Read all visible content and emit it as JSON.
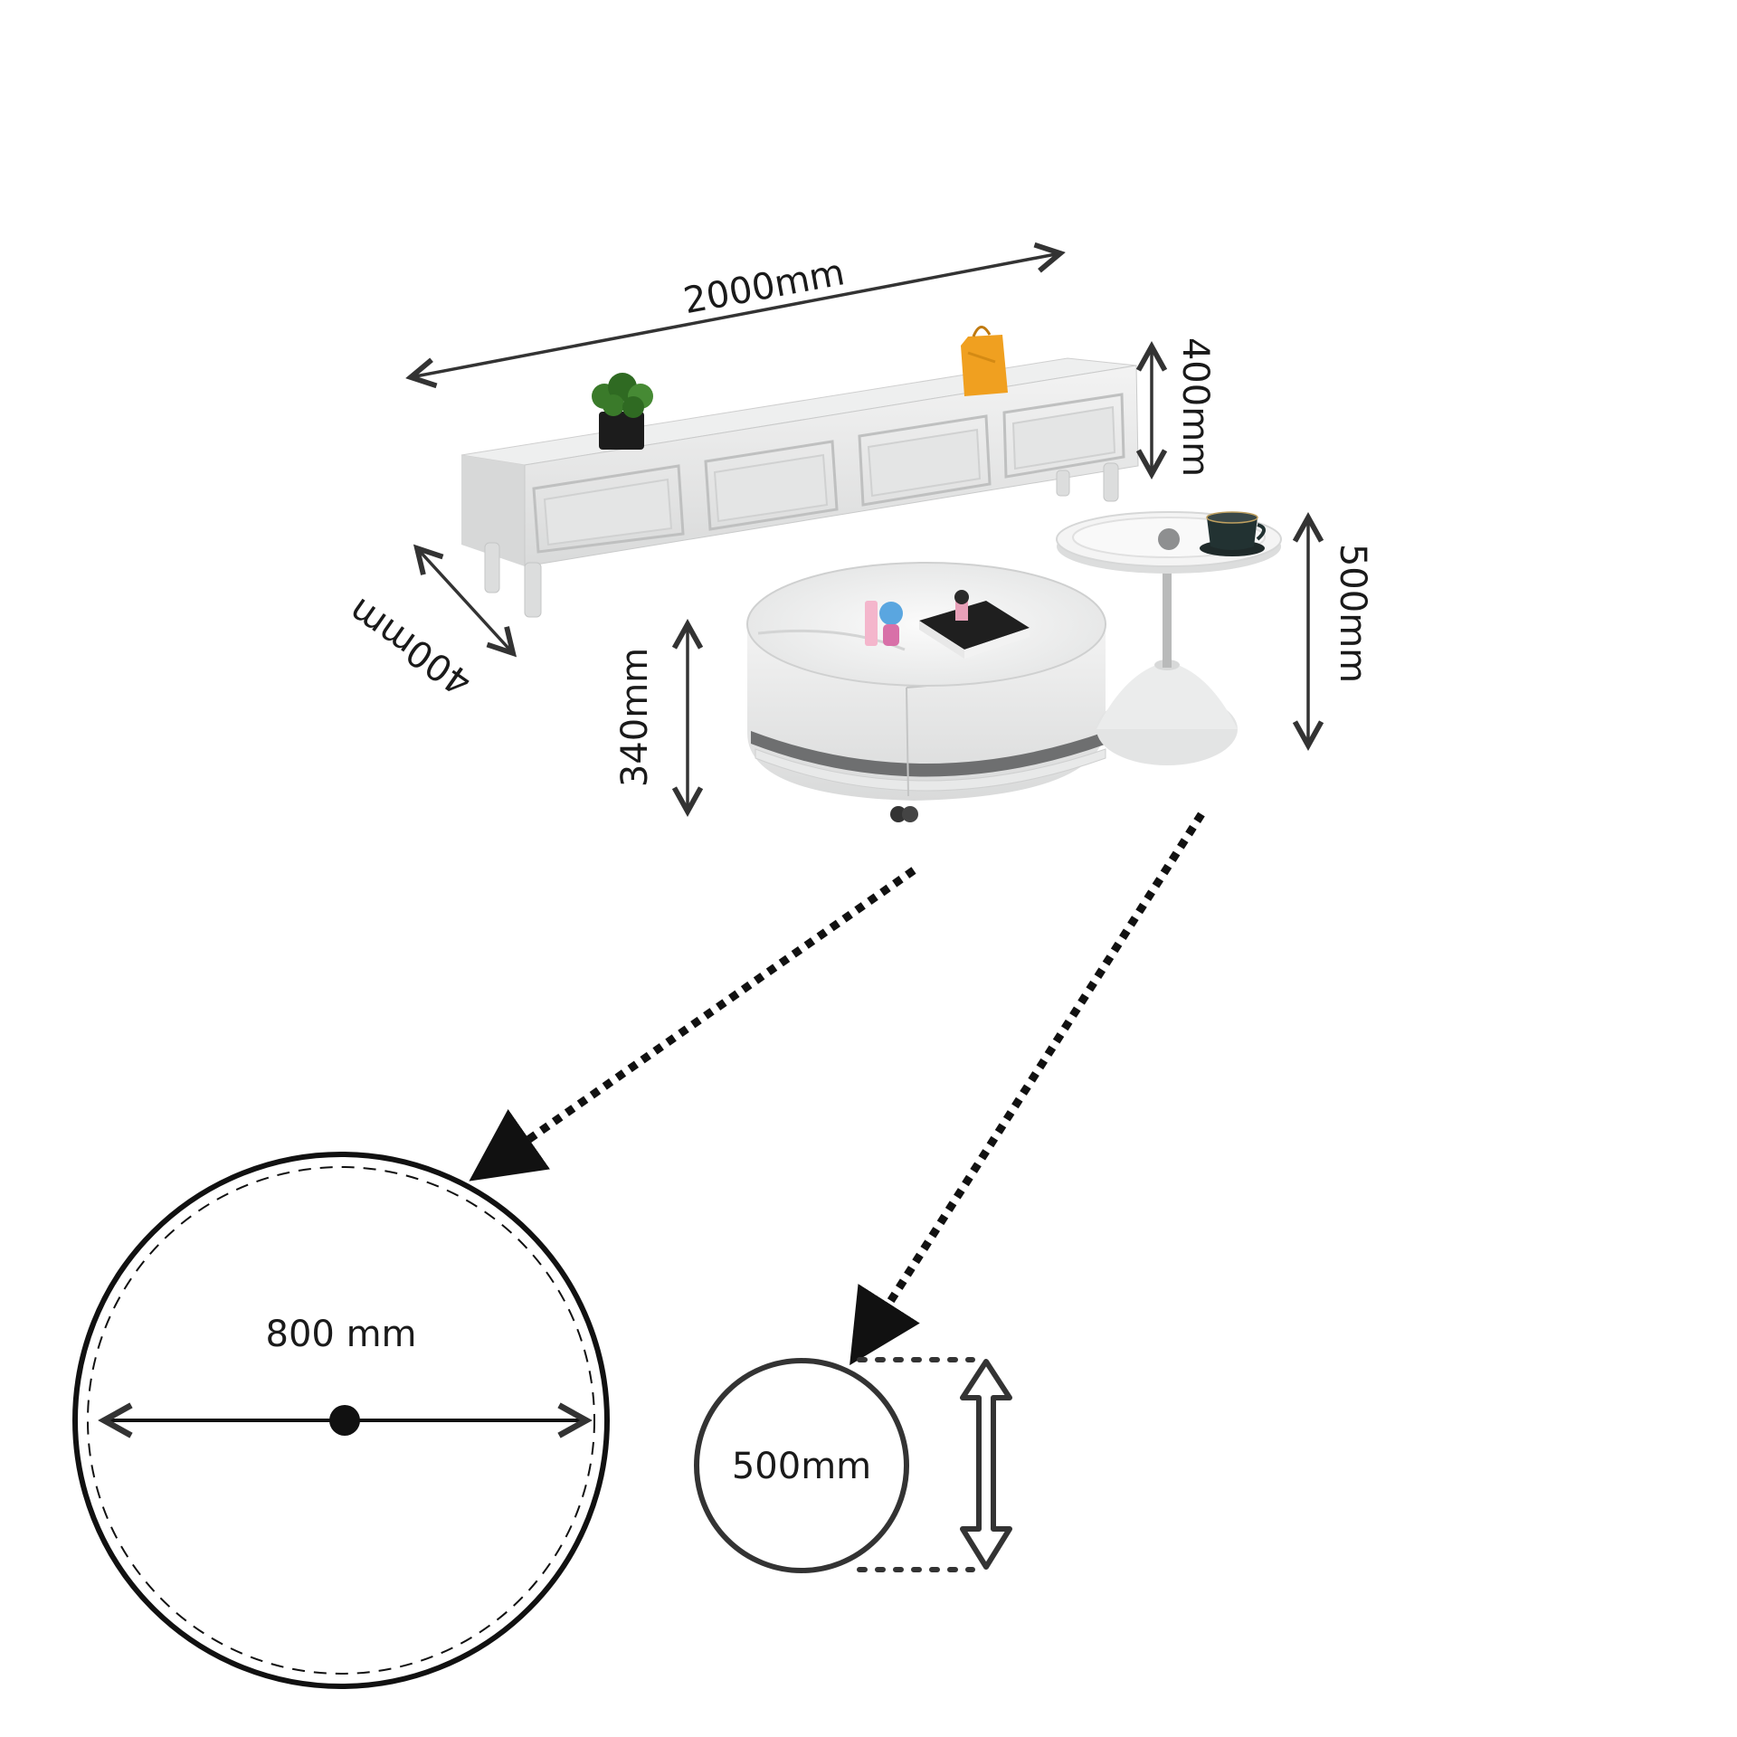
{
  "dimensions": {
    "tv_stand_width": "2000mm",
    "tv_stand_height": "400mm",
    "tv_stand_depth": "400mm",
    "coffee_table_height": "340mm",
    "side_table_height": "500mm",
    "coffee_table_diameter": "800 mm",
    "side_table_diameter": "500mm"
  },
  "colors": {
    "furniture_white": "#e9eaea",
    "furniture_shade": "#cfd1d1",
    "line": "#1a1a1a",
    "bag_orange": "#f0a020",
    "plant_green": "#3a7a2a"
  },
  "icons": [
    "plant-pot",
    "shopping-bag",
    "coffee-cup",
    "book",
    "figurine",
    "caster-wheel"
  ]
}
